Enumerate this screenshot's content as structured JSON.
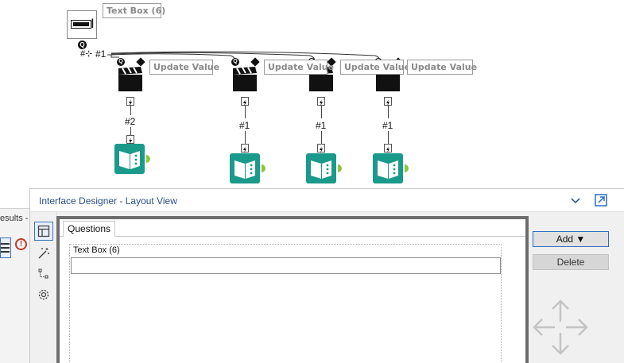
{
  "canvas": {
    "textbox_tool_caption": "Text Box (6)",
    "textbox_connection_label": "#1",
    "update_value_captions": [
      "Update Value",
      "Update Value",
      "Update Value",
      "Update Value"
    ],
    "book_connection_labels": [
      "#2",
      "#1",
      "#1",
      "#1"
    ]
  },
  "left_panel": {
    "label": "esults -"
  },
  "designer": {
    "title": "Interface Designer - Layout View",
    "side_icons": [
      "layout-icon",
      "magic-wand-icon",
      "tree-icon",
      "gear-icon"
    ],
    "tab_label": "Questions",
    "question_label": "Text Box (6)",
    "question_value": "",
    "add_label": "Add ▼",
    "delete_label": "Delete"
  },
  "colors": {
    "accent": "#2f6cc0",
    "title_text": "#2a4e86",
    "book_teal": "#1a9a8a",
    "anchor_green": "#8cc63f",
    "canvas_gray": "#6d6d6d"
  }
}
